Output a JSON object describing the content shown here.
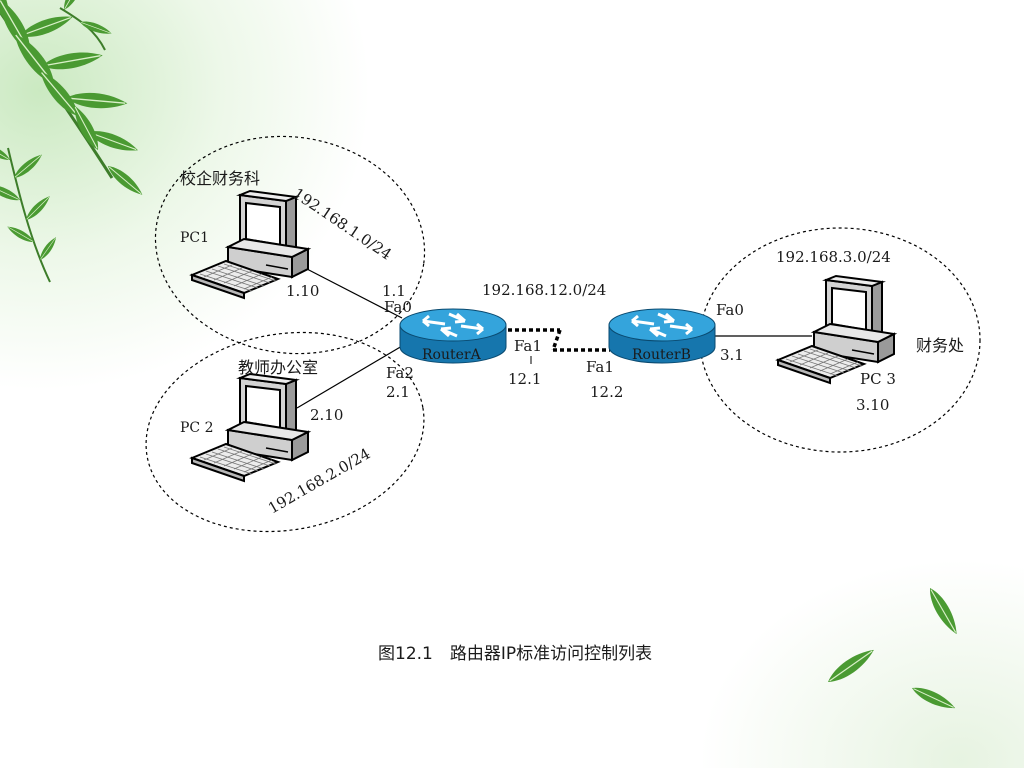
{
  "caption": "图12.1　路由器IP标准访问控制列表",
  "zones": {
    "school_finance": {
      "name": "校企财务科",
      "network": "192.168.1.0/24",
      "pc_label": "PC1",
      "pc_ip": "1.10",
      "gw_ip": "1.1",
      "port": "Fa0"
    },
    "teacher_office": {
      "name": "教师办公室",
      "network": "192.168.2.0/24",
      "pc_label": "PC 2",
      "pc_ip": "2.10",
      "gw_ip": "2.1",
      "port": "Fa2"
    },
    "finance_office": {
      "name": "财务处",
      "network": "192.168.3.0/24",
      "pc_label": "PC 3",
      "pc_ip": "3.10",
      "gw_ip": "3.1",
      "port": "Fa0"
    }
  },
  "wan": {
    "network": "192.168.12.0/24",
    "router_a": {
      "name": "RouterA",
      "port": "Fa1",
      "ip": "12.1"
    },
    "router_b": {
      "name": "RouterB",
      "port": "Fa1",
      "ip": "12.2"
    }
  },
  "colors": {
    "router": "#1f8fc8",
    "router_dark": "#0f6a9c",
    "router_top": "#5fc1ec",
    "line": "#000000"
  }
}
